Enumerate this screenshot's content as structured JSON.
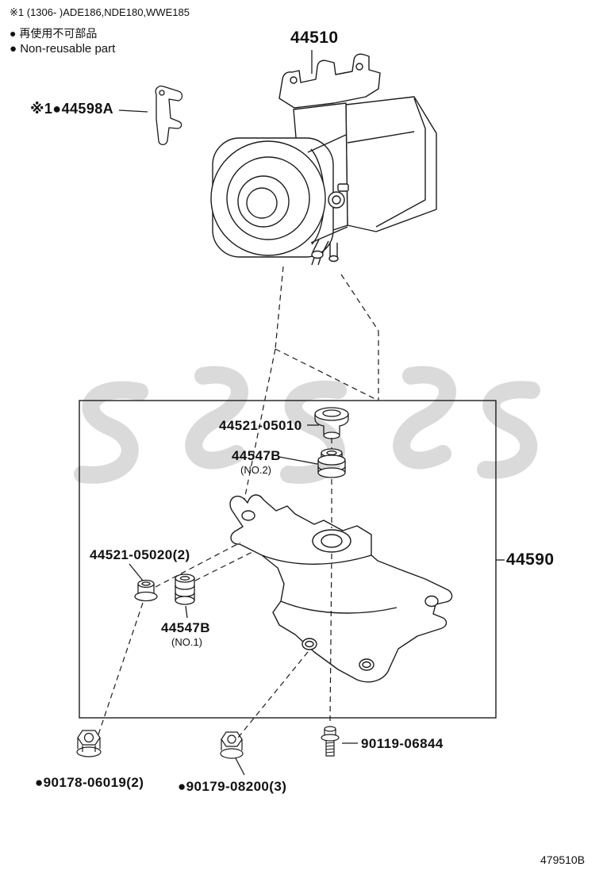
{
  "meta": {
    "drawing_code": "479510B"
  },
  "notes": {
    "variant": "※1 (1306-      )ADE186,NDE180,WWE185",
    "nonreusable_ja": "● 再使用不可部品",
    "nonreusable_en": "● Non-reusable part"
  },
  "parts": {
    "actuator": {
      "label": "44510"
    },
    "clip": {
      "label": "※1●44598A"
    },
    "cap": {
      "label": "44521-05010"
    },
    "cushion_no2": {
      "label": "44547B",
      "sub": "(NO.2)"
    },
    "collar": {
      "label": "44521-05020(2)"
    },
    "cushion_no1": {
      "label": "44547B",
      "sub": "(NO.1)"
    },
    "bracket": {
      "label": "44590"
    },
    "bolt": {
      "label": "90119-06844"
    },
    "nut_a": {
      "label": "●90178-06019(2)"
    },
    "nut_b": {
      "label": "●90179-08200(3)"
    }
  },
  "colors": {
    "line": "#1c1c1c",
    "watermark": "#bcbcbc",
    "background": "#ffffff"
  }
}
